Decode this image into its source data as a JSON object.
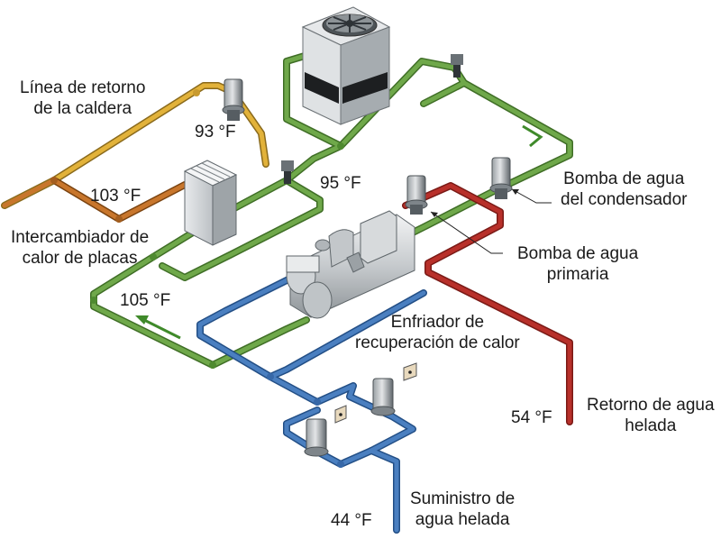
{
  "labels": {
    "boiler_return": [
      "Línea de retorno",
      "de la caldera"
    ],
    "temp_93": "93 °F",
    "temp_103": "103 °F",
    "temp_95": "95 °F",
    "temp_105": "105 °F",
    "temp_54": "54 °F",
    "temp_44": "44 °F",
    "plate_exchanger": [
      "Intercambiador de",
      "calor de placas"
    ],
    "condenser_pump": [
      "Bomba de agua",
      "del condensador"
    ],
    "primary_pump": [
      "Bomba de agua",
      "primaria"
    ],
    "heat_recovery_chiller": [
      "Enfriador de",
      "recuperación de calor"
    ],
    "chilled_return": [
      "Retorno de agua",
      "helada"
    ],
    "chilled_supply": [
      "Suministro de",
      "agua helada"
    ]
  },
  "colors": {
    "condenser_loop": "#6fa84a",
    "boiler_return_yellow": "#e2b23a",
    "boiler_return_orange": "#c8762c",
    "chilled_supply": "#4a7fc0",
    "chilled_return": "#b8302a",
    "equipment": "#c9cdd1"
  }
}
